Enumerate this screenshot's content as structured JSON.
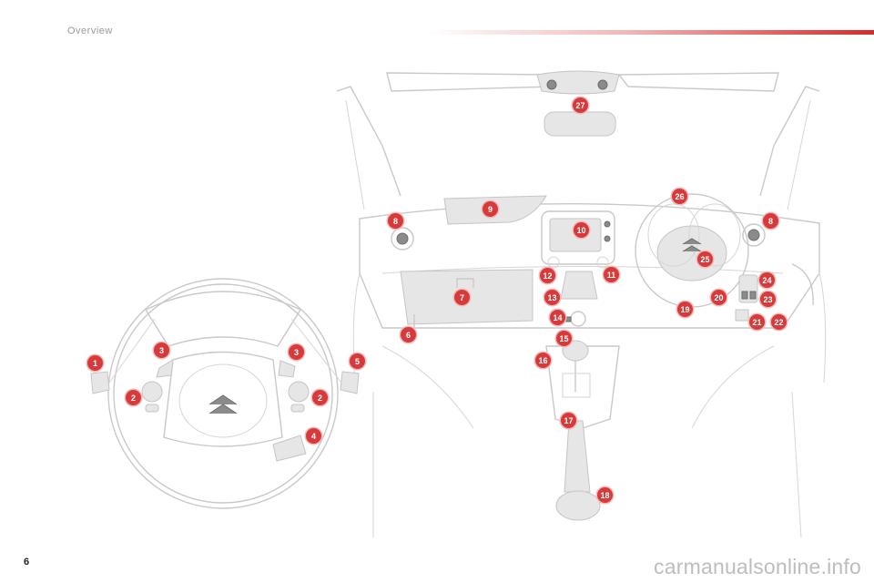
{
  "header": {
    "title": "Overview",
    "accent_color": "#d52b2b"
  },
  "page": {
    "number": "6"
  },
  "watermark": {
    "text": "carmanualsonline.info"
  },
  "callouts": {
    "color": "#d63a3a",
    "labels": [
      "1",
      "2",
      "2",
      "3",
      "3",
      "4",
      "5",
      "6",
      "7",
      "8",
      "8",
      "9",
      "10",
      "11",
      "12",
      "13",
      "14",
      "15",
      "16",
      "17",
      "18",
      "19",
      "20",
      "21",
      "22",
      "23",
      "24",
      "25",
      "26",
      "27"
    ]
  }
}
